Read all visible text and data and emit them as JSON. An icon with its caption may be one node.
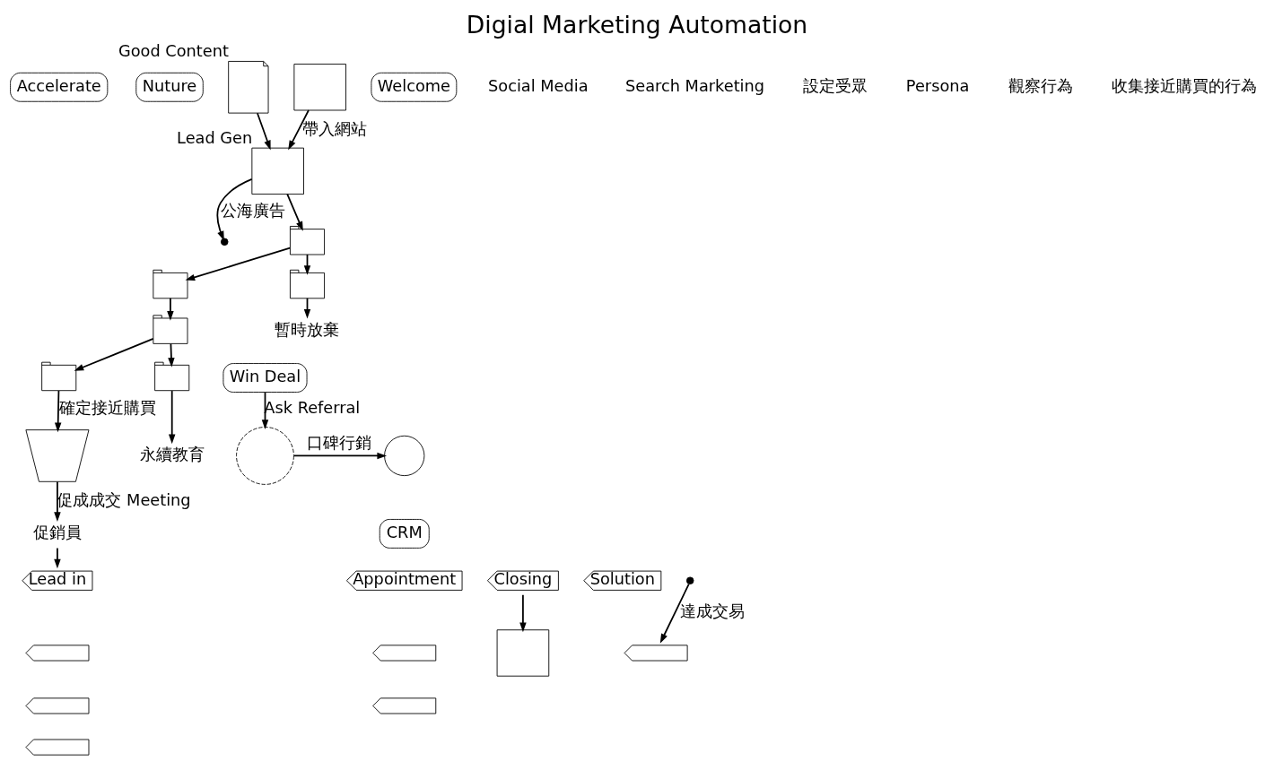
{
  "diagram": {
    "title": "Digial Marketing Automation",
    "nodes": [
      {
        "text": [],
        "shape": "document",
        "beside": [
          "Good Content"
        ]
      },
      {
        "text": [],
        "shape": "box",
        "beside": [
          "Lead Gen"
        ]
      },
      {
        "text": [],
        "shape": "box"
      },
      {
        "text": [
          "Welcome"
        ]
      },
      {
        "text": [
          "Nuture"
        ]
      },
      {
        "text": [
          "Accelerate"
        ]
      },
      {
        "text": [],
        "shape": "envelope"
      },
      {
        "text": [],
        "shape": "envelope"
      },
      {
        "text": [],
        "shape": "envelope"
      },
      {
        "text": [],
        "shape": "envelope"
      },
      {
        "text": [],
        "shape": "envelope"
      },
      {
        "text": [
          "暫時放棄"
        ]
      },
      {
        "text": [],
        "shape": "envelope"
      },
      {
        "text": [
          "永續教育"
        ]
      },
      {
        "text": [],
        "shape": "funnel"
      },
      {
        "text": [
          "促銷員"
        ]
      },
      {
        "text": [],
        "shape": "ring"
      },
      {
        "text": [
          "CRM"
        ]
      },
      {
        "text": [
          "Closing"
        ]
      },
      {
        "text": [
          "Solution"
        ]
      },
      {
        "text": [
          "Appointment"
        ]
      },
      {
        "text": [
          "Lead in"
        ]
      },
      {
        "text": [],
        "shape": "tag"
      },
      {
        "text": [],
        "shape": "tag"
      },
      {
        "text": [],
        "shape": "tag"
      },
      {
        "text": [],
        "shape": "tag"
      },
      {
        "text": [],
        "shape": "tag"
      },
      {
        "text": [],
        "shape": "tag"
      },
      {
        "text": [],
        "shape": "box"
      },
      {
        "text": [
          "Win Deal"
        ]
      },
      {
        "text": [],
        "shape": "circle"
      }
    ],
    "edges": [
      {
        "from": 0,
        "to": 1,
        "arrow": "to"
      },
      {
        "from": 1,
        "to": null,
        "arrow": "to",
        "label": "公海廣告"
      },
      {
        "from": 2,
        "to": 1,
        "arrow": "to",
        "label": "帶入網站"
      },
      {
        "from": 1,
        "to": 6,
        "arrow": "to"
      },
      {
        "from": 6,
        "to": 7,
        "arrow": "to"
      },
      {
        "from": 6,
        "to": 8,
        "arrow": "to"
      },
      {
        "from": 7,
        "to": 9,
        "arrow": "to"
      },
      {
        "from": 9,
        "to": 10,
        "arrow": "to"
      },
      {
        "from": 9,
        "to": 12,
        "arrow": "to"
      },
      {
        "from": 8,
        "to": 11,
        "arrow": "to"
      },
      {
        "from": 12,
        "to": 13,
        "arrow": "to"
      },
      {
        "from": 10,
        "to": 14,
        "arrow": "to",
        "label": "確定接近購買"
      },
      {
        "from": 14,
        "to": 15,
        "arrow": "to",
        "label": "促成成交 Meeting"
      },
      {
        "from": 15,
        "to": 21,
        "arrow": "to"
      },
      {
        "from": 18,
        "to": 28,
        "arrow": "to"
      },
      {
        "from": 29,
        "to": 16,
        "arrow": "to",
        "label": "Ask Referral"
      },
      {
        "from": 16,
        "to": 30,
        "arrow": "to",
        "label": "口碑行銷"
      },
      {
        "from": null,
        "to": 22,
        "arrow": "to",
        "label": "達成交易"
      }
    ],
    "labels": [
      "Social Media",
      "Search Marketing",
      "設定受眾",
      "Persona",
      "觀察行為",
      "收集接近購買的行為"
    ]
  }
}
